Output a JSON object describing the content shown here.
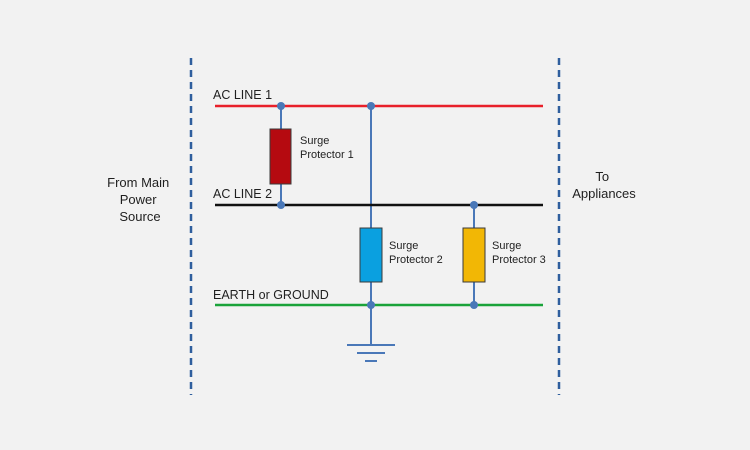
{
  "source_label": [
    "From Main",
    "Power",
    "Source"
  ],
  "dest_label": [
    "To",
    "Appliances"
  ],
  "lines": {
    "ac_line_1": {
      "label": "AC LINE 1",
      "color": "#e8202a"
    },
    "ac_line_2": {
      "label": "AC LINE 2",
      "color": "#111111"
    },
    "earth": {
      "label": "EARTH or GROUND",
      "color": "#1aa33a"
    }
  },
  "protectors": [
    {
      "label": [
        "Surge",
        "Protector 1"
      ],
      "color": "#b50a10"
    },
    {
      "label": [
        "Surge",
        "Protector 2"
      ],
      "color": "#0aa0e0"
    },
    {
      "label": [
        "Surge",
        "Protector 3"
      ],
      "color": "#f2b705"
    }
  ],
  "colors": {
    "wire": "#4a78b8",
    "node": "#4a78b8",
    "boundary": "#2f5f9e",
    "background": "#f2f2f2"
  }
}
